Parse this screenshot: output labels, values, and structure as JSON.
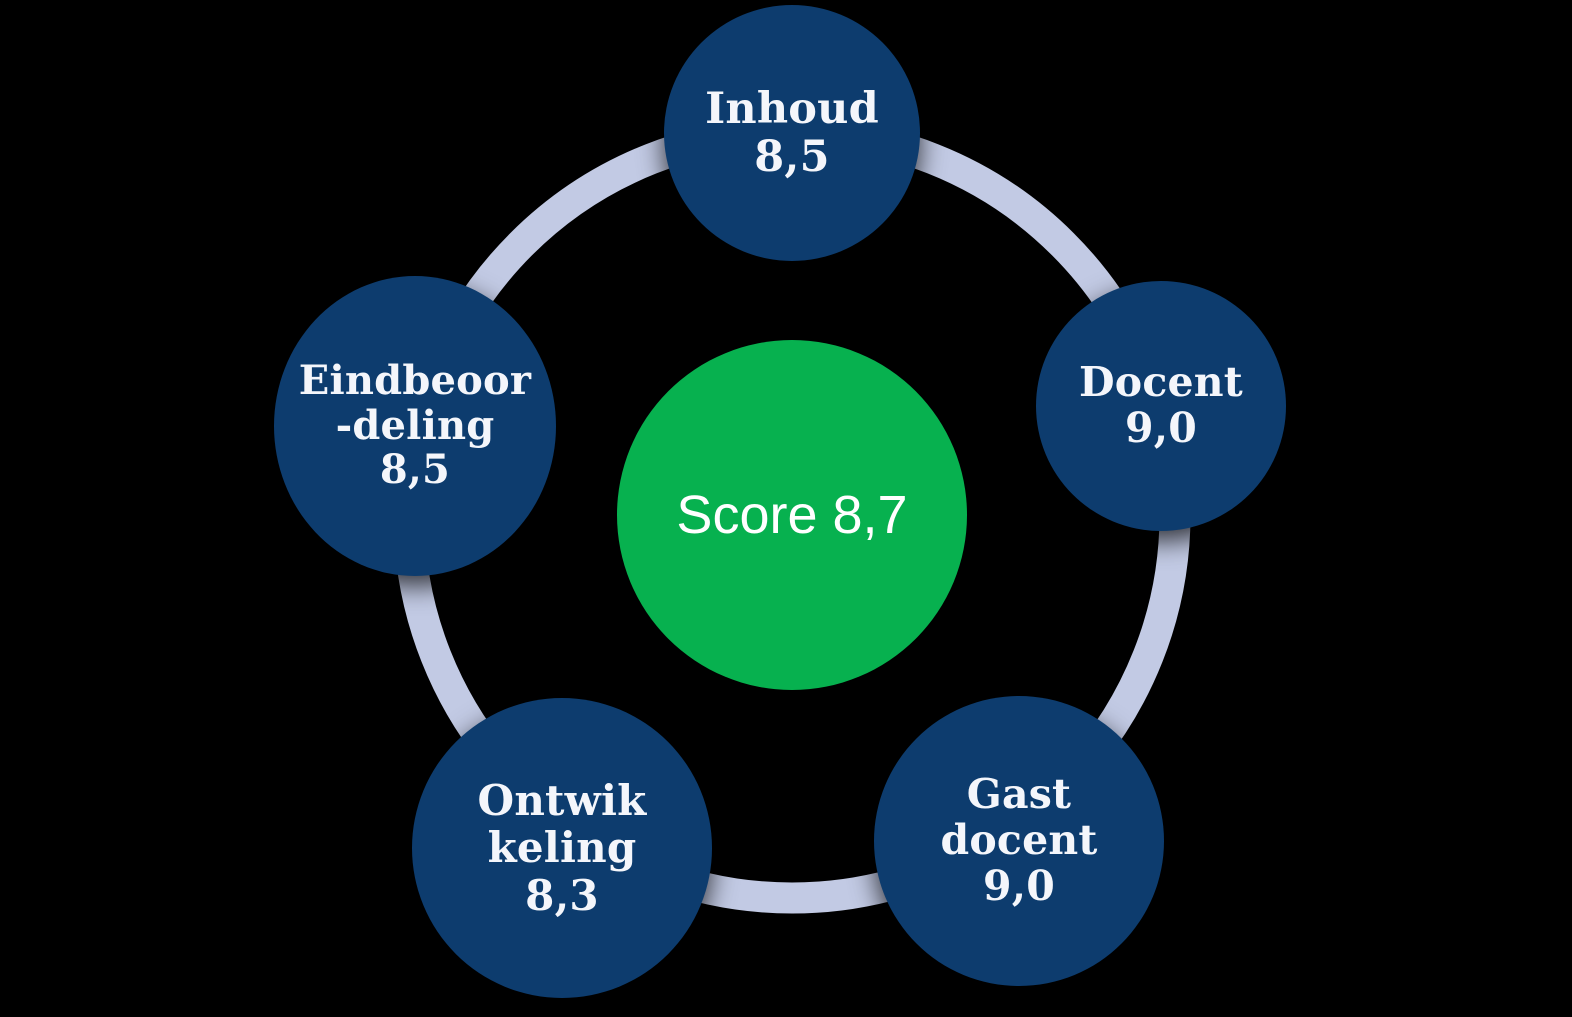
{
  "diagram": {
    "type": "circular-score-wheel",
    "title_text": "Score 8,7",
    "background_color": "#000000",
    "ring_color": "#c2cae4",
    "node_color": "#0d3c6e",
    "center_color": "#07b14f",
    "text_color": "#f4f6fb"
  },
  "center": {
    "name": "center-score",
    "label": "Score",
    "value": "8,7",
    "text": "Score 8,7"
  },
  "nodes": [
    {
      "id": "inhoud",
      "line1": "Inhoud",
      "line2": "8,5",
      "line3": "",
      "label": "Inhoud",
      "value": "8,5",
      "position": "top"
    },
    {
      "id": "docent",
      "line1": "Docent",
      "line2": "9,0",
      "line3": "",
      "label": "Docent",
      "value": "9,0",
      "position": "right"
    },
    {
      "id": "gast-docent",
      "line1": "Gast",
      "line2": "docent",
      "line3": "9,0",
      "label": "Gast docent",
      "value": "9,0",
      "position": "bottom-right"
    },
    {
      "id": "ontwikkeling",
      "line1": "Ontwik",
      "line2": "keling",
      "line3": "8,3",
      "label": "Ontwikkeling",
      "value": "8,3",
      "position": "bottom-left"
    },
    {
      "id": "eindbeoordeling",
      "line1": "Eindbeoor",
      "line2": "-deling",
      "line3": "8,5",
      "label": "Eindbeoordeling",
      "value": "8,5",
      "position": "left"
    }
  ],
  "chart_data": {
    "type": "pie",
    "title": "Score 8,7",
    "categories": [
      "Inhoud",
      "Docent",
      "Gast docent",
      "Ontwikkeling",
      "Eindbeoordeling"
    ],
    "values": [
      8.5,
      9.0,
      9.0,
      8.3,
      8.5
    ],
    "value_labels": [
      "8,5",
      "9,0",
      "9,0",
      "8,3",
      "8,5"
    ],
    "overall": 8.7,
    "overall_label": "8,7",
    "xlabel": "",
    "ylabel": "",
    "ylim": [
      0,
      10
    ],
    "legend": "none",
    "grid": false
  }
}
